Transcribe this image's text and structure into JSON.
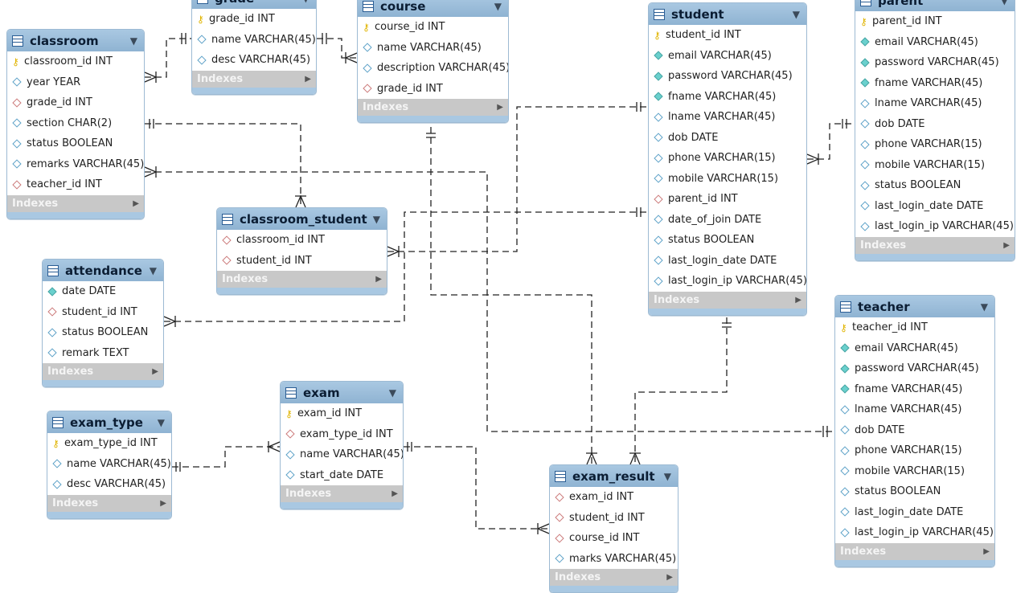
{
  "tables": [
    {
      "id": "grade",
      "name": "grade",
      "columns": [
        {
          "key": "pk",
          "text": "grade_id INT"
        },
        {
          "key": "nl",
          "text": "name VARCHAR(45)"
        },
        {
          "key": "nl",
          "text": "desc VARCHAR(45)"
        }
      ]
    },
    {
      "id": "course",
      "name": "course",
      "columns": [
        {
          "key": "pk",
          "text": "course_id INT"
        },
        {
          "key": "nl",
          "text": "name VARCHAR(45)"
        },
        {
          "key": "nl",
          "text": "description VARCHAR(45)"
        },
        {
          "key": "fk",
          "text": "grade_id INT"
        }
      ]
    },
    {
      "id": "classroom",
      "name": "classroom",
      "columns": [
        {
          "key": "pk",
          "text": "classroom_id INT"
        },
        {
          "key": "nl",
          "text": "year YEAR"
        },
        {
          "key": "fk",
          "text": "grade_id INT"
        },
        {
          "key": "nl",
          "text": "section CHAR(2)"
        },
        {
          "key": "nl",
          "text": "status BOOLEAN"
        },
        {
          "key": "nl",
          "text": "remarks VARCHAR(45)"
        },
        {
          "key": "fk",
          "text": "teacher_id INT"
        }
      ]
    },
    {
      "id": "student",
      "name": "student",
      "columns": [
        {
          "key": "pk",
          "text": "student_id INT"
        },
        {
          "key": "nn",
          "text": "email VARCHAR(45)"
        },
        {
          "key": "nn",
          "text": "password VARCHAR(45)"
        },
        {
          "key": "nn",
          "text": "fname VARCHAR(45)"
        },
        {
          "key": "nl",
          "text": "lname VARCHAR(45)"
        },
        {
          "key": "nl",
          "text": "dob DATE"
        },
        {
          "key": "nl",
          "text": "phone VARCHAR(15)"
        },
        {
          "key": "nl",
          "text": "mobile VARCHAR(15)"
        },
        {
          "key": "fk",
          "text": "parent_id INT"
        },
        {
          "key": "nl",
          "text": "date_of_join DATE"
        },
        {
          "key": "nl",
          "text": "status BOOLEAN"
        },
        {
          "key": "nl",
          "text": "last_login_date DATE"
        },
        {
          "key": "nl",
          "text": "last_login_ip VARCHAR(45)"
        }
      ]
    },
    {
      "id": "parent",
      "name": "parent",
      "columns": [
        {
          "key": "pk",
          "text": "parent_id INT"
        },
        {
          "key": "nn",
          "text": "email VARCHAR(45)"
        },
        {
          "key": "nn",
          "text": "password VARCHAR(45)"
        },
        {
          "key": "nn",
          "text": "fname VARCHAR(45)"
        },
        {
          "key": "nl",
          "text": "lname VARCHAR(45)"
        },
        {
          "key": "nl",
          "text": "dob DATE"
        },
        {
          "key": "nl",
          "text": "phone VARCHAR(15)"
        },
        {
          "key": "nl",
          "text": "mobile VARCHAR(15)"
        },
        {
          "key": "nl",
          "text": "status BOOLEAN"
        },
        {
          "key": "nl",
          "text": "last_login_date DATE"
        },
        {
          "key": "nl",
          "text": "last_login_ip VARCHAR(45)"
        }
      ]
    },
    {
      "id": "classroom_student",
      "name": "classroom_student",
      "columns": [
        {
          "key": "fk",
          "text": "classroom_id INT"
        },
        {
          "key": "fk",
          "text": "student_id INT"
        }
      ]
    },
    {
      "id": "attendance",
      "name": "attendance",
      "columns": [
        {
          "key": "nn",
          "text": "date DATE"
        },
        {
          "key": "fk",
          "text": "student_id INT"
        },
        {
          "key": "nl",
          "text": "status BOOLEAN"
        },
        {
          "key": "nl",
          "text": "remark TEXT"
        }
      ]
    },
    {
      "id": "teacher",
      "name": "teacher",
      "columns": [
        {
          "key": "pk",
          "text": "teacher_id INT"
        },
        {
          "key": "nn",
          "text": "email VARCHAR(45)"
        },
        {
          "key": "nn",
          "text": "password VARCHAR(45)"
        },
        {
          "key": "nn",
          "text": "fname VARCHAR(45)"
        },
        {
          "key": "nl",
          "text": "lname VARCHAR(45)"
        },
        {
          "key": "nl",
          "text": "dob DATE"
        },
        {
          "key": "nl",
          "text": "phone VARCHAR(15)"
        },
        {
          "key": "nl",
          "text": "mobile VARCHAR(15)"
        },
        {
          "key": "nl",
          "text": "status BOOLEAN"
        },
        {
          "key": "nl",
          "text": "last_login_date DATE"
        },
        {
          "key": "nl",
          "text": "last_login_ip VARCHAR(45)"
        }
      ]
    },
    {
      "id": "exam",
      "name": "exam",
      "columns": [
        {
          "key": "pk",
          "text": "exam_id INT"
        },
        {
          "key": "fk",
          "text": "exam_type_id INT"
        },
        {
          "key": "nl",
          "text": "name VARCHAR(45)"
        },
        {
          "key": "nl",
          "text": "start_date DATE"
        }
      ]
    },
    {
      "id": "exam_type",
      "name": "exam_type",
      "columns": [
        {
          "key": "pk",
          "text": "exam_type_id INT"
        },
        {
          "key": "nl",
          "text": "name VARCHAR(45)"
        },
        {
          "key": "nl",
          "text": "desc VARCHAR(45)"
        }
      ]
    },
    {
      "id": "exam_result",
      "name": "exam_result",
      "columns": [
        {
          "key": "fk",
          "text": "exam_id INT"
        },
        {
          "key": "fk",
          "text": "student_id INT"
        },
        {
          "key": "fk",
          "text": "course_id INT"
        },
        {
          "key": "nl",
          "text": "marks VARCHAR(45)"
        }
      ]
    }
  ],
  "indexes_label": "Indexes",
  "colors": {
    "header": "#9cbfdd",
    "footer": "#c8c8c8",
    "line": "#222222",
    "pk": "#e0b400",
    "fk": "#cc7a7a",
    "nn": "#6ad0cd"
  }
}
